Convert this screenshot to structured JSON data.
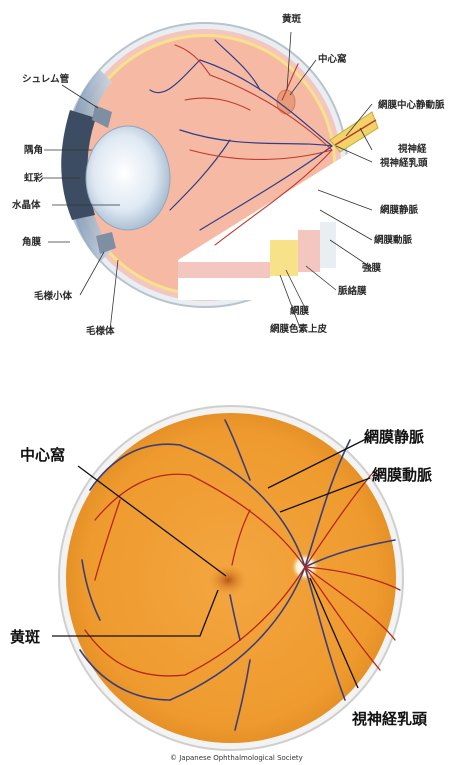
{
  "top_diagram": {
    "labels": {
      "macula": "黄斑",
      "fovea": "中心窩",
      "schlemm_canal": "シュレム管",
      "central_retinal_vein": "網膜中心静動脈",
      "angle": "隅角",
      "optic_nerve": "視神経",
      "optic_disc": "視神経乳頭",
      "iris": "虹彩",
      "lens": "水晶体",
      "retinal_vein": "網膜静脈",
      "cornea": "角膜",
      "retinal_artery": "網膜動脈",
      "sclera": "強膜",
      "ciliary_zonule": "毛様小体",
      "choroid": "脈絡膜",
      "ciliary_body": "毛様体",
      "retina": "網膜",
      "rpe": "網膜色素上皮"
    }
  },
  "bottom_diagram": {
    "labels": {
      "fovea": "中心窩",
      "retinal_vein": "網膜静脈",
      "retinal_artery": "網膜動脈",
      "macula": "黄斑",
      "optic_disc": "視神経乳頭"
    }
  },
  "credit": "© Japanese Ophthalmological Society"
}
